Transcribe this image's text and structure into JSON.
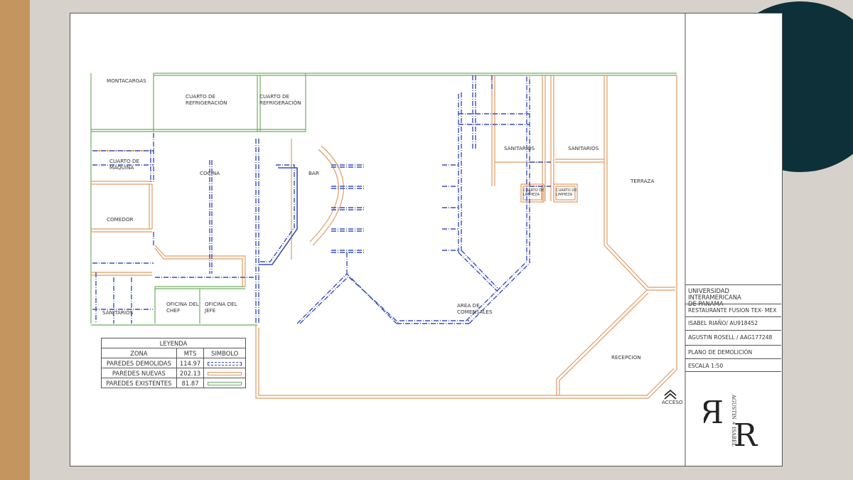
{
  "colors": {
    "background": "#d6d1cb",
    "gold_bar": "#c4955e",
    "teal_circle": "#0e3038",
    "demolished": "#3a4fb8",
    "new": "#e39a5f",
    "existing": "#6fae5f"
  },
  "rooms": {
    "montacargas": "MONTACARGAS",
    "refrig_1": "CUARTO DE\nREFRIGERACIÓN",
    "refrig_2": "CUARTO DE\nREFRIGERACIÓN",
    "maquina": "CUARTO DE\nMAQUINA",
    "cocina": "COCINA",
    "bar": "BAR",
    "comedor": "COMEDOR",
    "sanitarios_left": "SANITARIOS",
    "oficina_chef": "OFICINA DEL\nCHEF",
    "oficina_jefe": "OFICINA DEL\nJEFE",
    "comensales": "AREA DE\nCOMENSALES",
    "sanitarios_1": "SANITARIOS",
    "sanitarios_2": "SANITARIOS",
    "limpieza_1": "CUARTO DE\nLIMPIEZA",
    "limpieza_2": "CUARTO DE\nLIMPIEZA",
    "terraza": "TERRAZA",
    "recepcion": "RECEPCION",
    "acceso": "ACCESO"
  },
  "legend": {
    "title": "LEYENDA",
    "headers": [
      "ZONA",
      "MTS",
      "SIMBOLO"
    ],
    "rows": [
      {
        "zona": "PAREDES DEMOLIDAS",
        "mts": "114.97",
        "symbol": "demolished"
      },
      {
        "zona": "PAREDES NUEVAS",
        "mts": "202.13",
        "symbol": "new"
      },
      {
        "zona": "PAREDES EXISTENTES",
        "mts": "81.87",
        "symbol": "existing"
      }
    ]
  },
  "title_block": {
    "university": "UNIVERSIDAD INTERAMERICANA\nDE PANAMA",
    "project": "RESTAURANTE FUSION TEX- MEX",
    "author_1": "ISABEL RIAÑO/ AU918452",
    "author_2": "AGUSTIN ROSELL / AAG177248",
    "sheet": "PLANO DE DEMOLICIÓN",
    "scale": "ESCALA 1:50"
  },
  "logo": {
    "text": "AGUSTIN + ISABEL",
    "letters": "RR"
  }
}
